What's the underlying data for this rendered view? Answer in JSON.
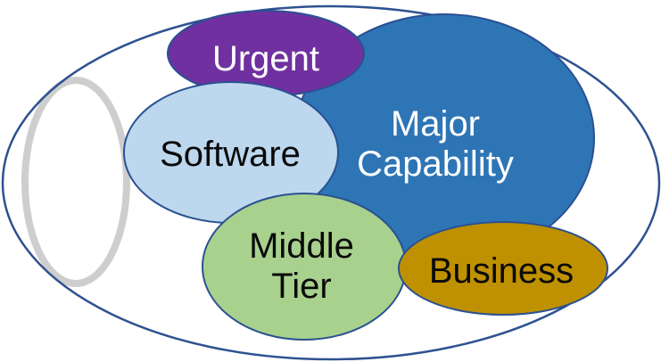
{
  "diagram": {
    "type": "venn-ellipse-diagram",
    "outer_boundary": {
      "stroke": "#2E5291"
    },
    "placeholder_ellipse": {
      "stroke": "#CFCECE"
    },
    "shapes": {
      "major_capability": {
        "label_line1": "Major",
        "label_line2": "Capability",
        "fill": "#2E75B6",
        "border": "#2A5191",
        "text_color": "#FFFFFF"
      },
      "urgent": {
        "label": "Urgent",
        "fill": "#7030A0",
        "border": "#2A5191",
        "text_color": "#FFFFFF"
      },
      "software": {
        "label": "Software",
        "fill": "#BDD7EE",
        "border": "#2A5191",
        "text_color": "#0A0A0A"
      },
      "middle_tier": {
        "label_line1": "Middle",
        "label_line2": "Tier",
        "fill": "#A9D18E",
        "border": "#2A5191",
        "text_color": "#0A0A0A"
      },
      "business": {
        "label": "Business",
        "fill": "#BF9000",
        "border": "#2A5191",
        "text_color": "#0A0A0A"
      }
    }
  }
}
